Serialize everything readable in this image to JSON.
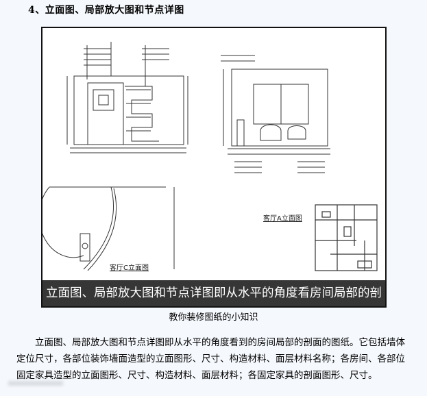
{
  "heading": "4、立面图、局部放大图和节点详图",
  "figure": {
    "banner_text": "立面图、局部放大图和节点详图即从水平的角度看房间局部的剖面",
    "label_c": "客厅C立面图",
    "label_a": "客厅A立面图"
  },
  "caption": "教你装修图纸的小知识",
  "paragraph": "立面图、局部放大图和节点详图即从水平的角度看到的房间局部的剖面的图纸。它包括墙体定位尺寸，各部位装饰墙面造型的立面图形、尺寸、构造材料、面层材料名称；各房间、各部位固定家具造型的立面图形、尺寸、构造材料、面层材料；各固定家具的剖面图形、尺寸。"
}
